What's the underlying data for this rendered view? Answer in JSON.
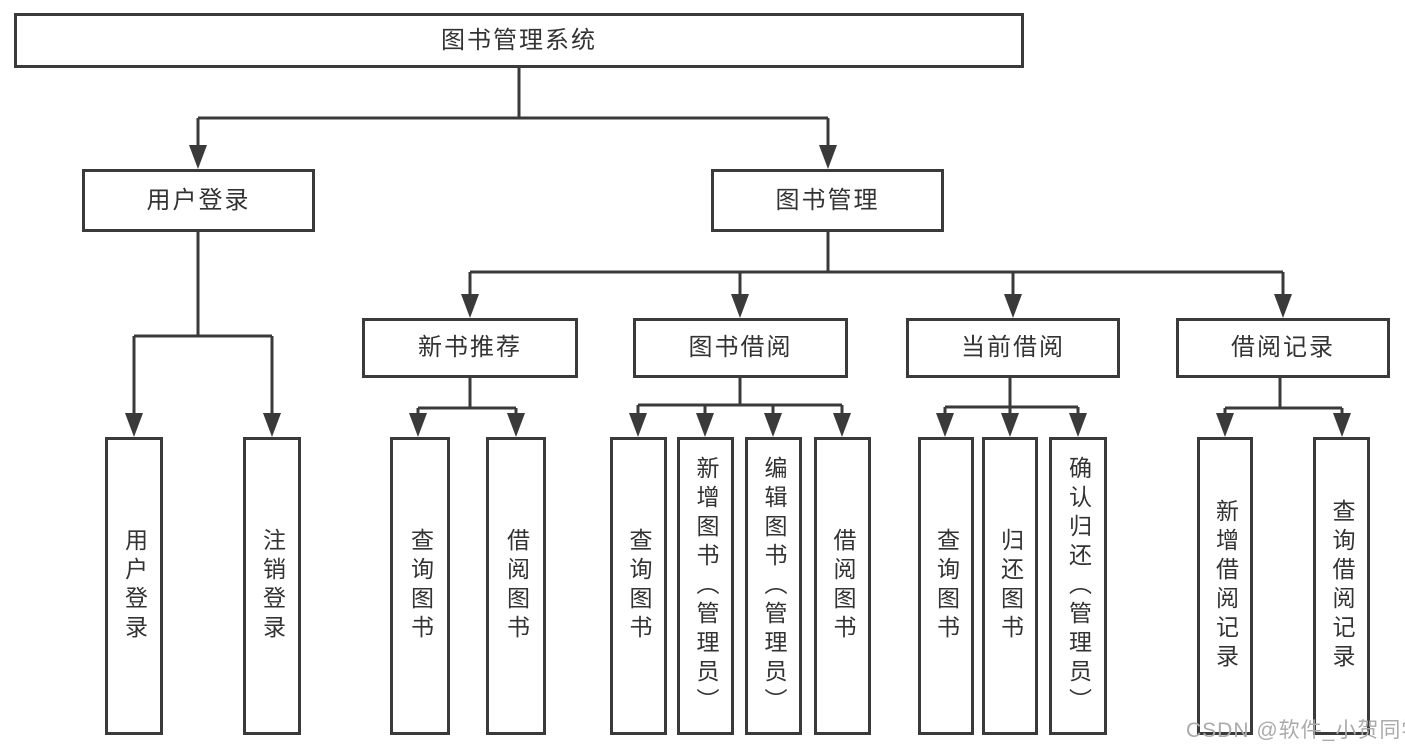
{
  "diagram": {
    "title": "图书管理系统",
    "colors": {
      "line": "#3a3a3a",
      "text": "#333333",
      "background": "#ffffff",
      "watermark": "#ababab"
    },
    "nodes": {
      "root": {
        "label": "图书管理系统"
      },
      "user_login_branch": {
        "label": "用户登录"
      },
      "book_management_branch": {
        "label": "图书管理"
      },
      "new_book_recommend": {
        "label": "新书推荐"
      },
      "book_borrow": {
        "label": "图书借阅"
      },
      "current_borrow": {
        "label": "当前借阅"
      },
      "borrow_records": {
        "label": "借阅记录"
      },
      "leaf_user_login": {
        "label": "用户登录"
      },
      "leaf_logout": {
        "label": "注销登录"
      },
      "leaf_recommend_query_books": {
        "label": "查询图书"
      },
      "leaf_recommend_borrow_books": {
        "label": "借阅图书"
      },
      "leaf_borrow_query_books": {
        "label": "查询图书"
      },
      "leaf_borrow_add_books": {
        "label": "新增图书（管理员）"
      },
      "leaf_borrow_edit_books": {
        "label": "编辑图书（管理员）"
      },
      "leaf_borrow_borrow_books": {
        "label": "借阅图书"
      },
      "leaf_current_query_books": {
        "label": "查询图书"
      },
      "leaf_current_return_books": {
        "label": "归还图书"
      },
      "leaf_current_confirm_return": {
        "label": "确认归还（管理员）"
      },
      "leaf_records_add_record": {
        "label": "新增借阅记录"
      },
      "leaf_records_query_record": {
        "label": "查询借阅记录"
      }
    },
    "watermark": "CSDN @软件_小贺同学"
  }
}
